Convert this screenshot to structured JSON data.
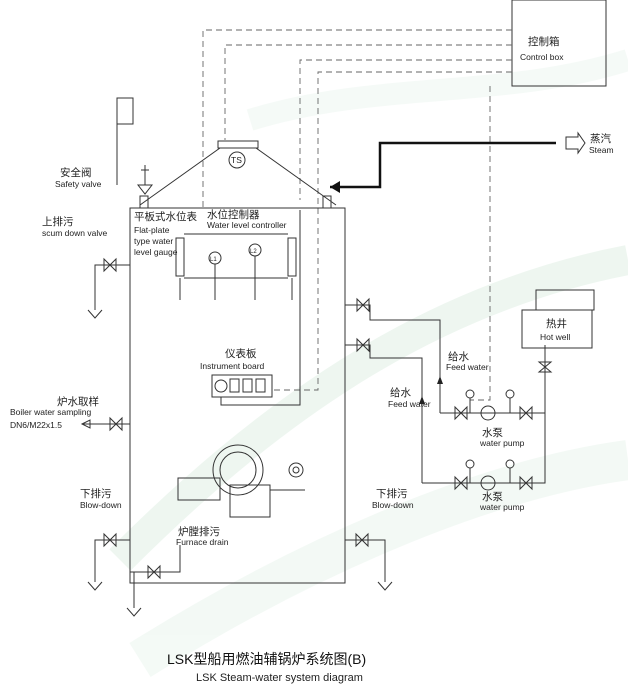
{
  "labels": {
    "control_box_cn": "控制箱",
    "control_box_en": "Control box",
    "steam_cn": "蒸汽",
    "steam_en": "Steam",
    "safety_valve_cn": "安全阀",
    "safety_valve_en": "Safety valve",
    "scum_cn": "上排污",
    "scum_en": "scum down valve",
    "plate_gauge_cn": "平板式水位表",
    "plate_gauge_en1": "Flat-plate",
    "plate_gauge_en2": "type water",
    "plate_gauge_en3": "level gauge",
    "level_ctrl_cn": "水位控制器",
    "level_ctrl_en": "Water level controller",
    "ts": "TS",
    "l1": "L1",
    "l2": "L2",
    "instrument_cn": "仪表板",
    "instrument_en": "Instrument board",
    "sampling_cn": "炉水取样",
    "sampling_en1": "Boiler water sampling",
    "sampling_en2": "DN6/M22x1.5",
    "blowdown_cn": "下排污",
    "blowdown_en": "Blow-down",
    "furnace_cn": "炉膛排污",
    "furnace_en": "Furnace drain",
    "hotwell_cn": "热井",
    "hotwell_en": "Hot well",
    "feed_cn": "给水",
    "feed_en": "Feed water",
    "pump_cn": "水泵",
    "pump_en": "water pump",
    "title_cn": "LSK型船用燃油辅锅炉系统图(B)",
    "title_en": "LSK Steam-water system diagram"
  }
}
